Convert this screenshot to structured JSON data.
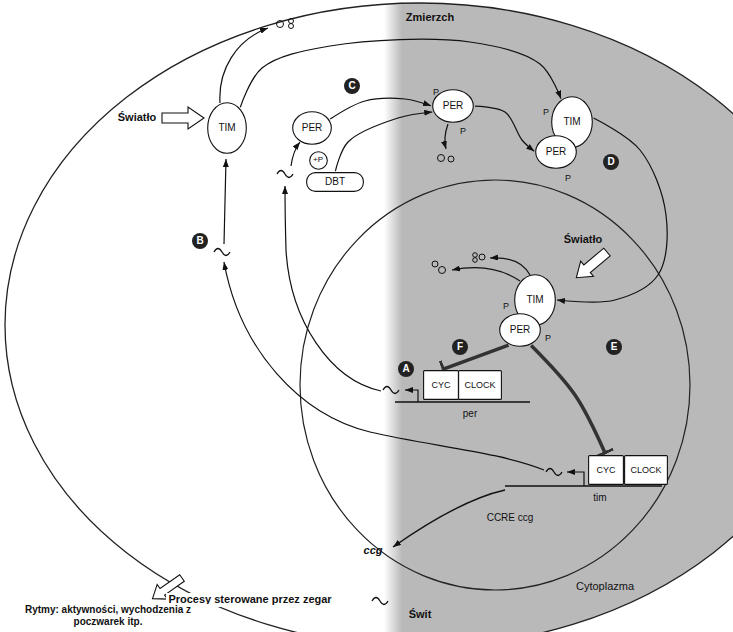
{
  "diagram": {
    "nodes": [
      {
        "text": [
          "TIM"
        ]
      },
      {
        "text": [
          "PER"
        ]
      },
      {
        "text": [
          "+P"
        ]
      },
      {
        "text": [
          "DBT"
        ]
      },
      {
        "text": [
          "PER"
        ]
      },
      {
        "text": [
          "TIM"
        ]
      },
      {
        "text": [
          "PER"
        ]
      },
      {
        "text": [
          "TIM"
        ]
      },
      {
        "text": [
          "PER"
        ]
      },
      {
        "text": [
          "CYC"
        ]
      },
      {
        "text": [
          "CLOCK"
        ]
      },
      {
        "text": [
          "CYC"
        ]
      },
      {
        "text": [
          "CLOCK"
        ]
      },
      {
        "text": [
          "C"
        ]
      },
      {
        "text": [
          "D"
        ]
      },
      {
        "text": [
          "B"
        ]
      },
      {
        "text": [
          "E"
        ]
      },
      {
        "text": [
          "F"
        ]
      },
      {
        "text": [
          "A"
        ]
      }
    ],
    "edges": [
      {
        "from": 1,
        "to": 4,
        "arrow": "to"
      },
      {
        "from": 3,
        "to": 4,
        "arrow": "to"
      },
      {
        "from": 0,
        "to": 5,
        "arrow": "to"
      },
      {
        "from": 4,
        "to": 6,
        "arrow": "to"
      },
      {
        "from": 5,
        "to": 7,
        "arrow": "to"
      },
      {
        "from": 8,
        "to": 9,
        "arrow": "to"
      },
      {
        "from": 8,
        "to": 11,
        "arrow": "to"
      }
    ],
    "labels": [
      "Zmierzch",
      "Światło",
      "P",
      "P",
      "P",
      "P",
      "Światło",
      "P",
      "P",
      "per",
      "tim",
      "CCRE ccg",
      "ccg",
      "Procesy sterowane przez zegar",
      "Cytoplazma",
      "Świt",
      "Rytmy: aktywności, wychodzenia z poczwarek itp."
    ]
  }
}
